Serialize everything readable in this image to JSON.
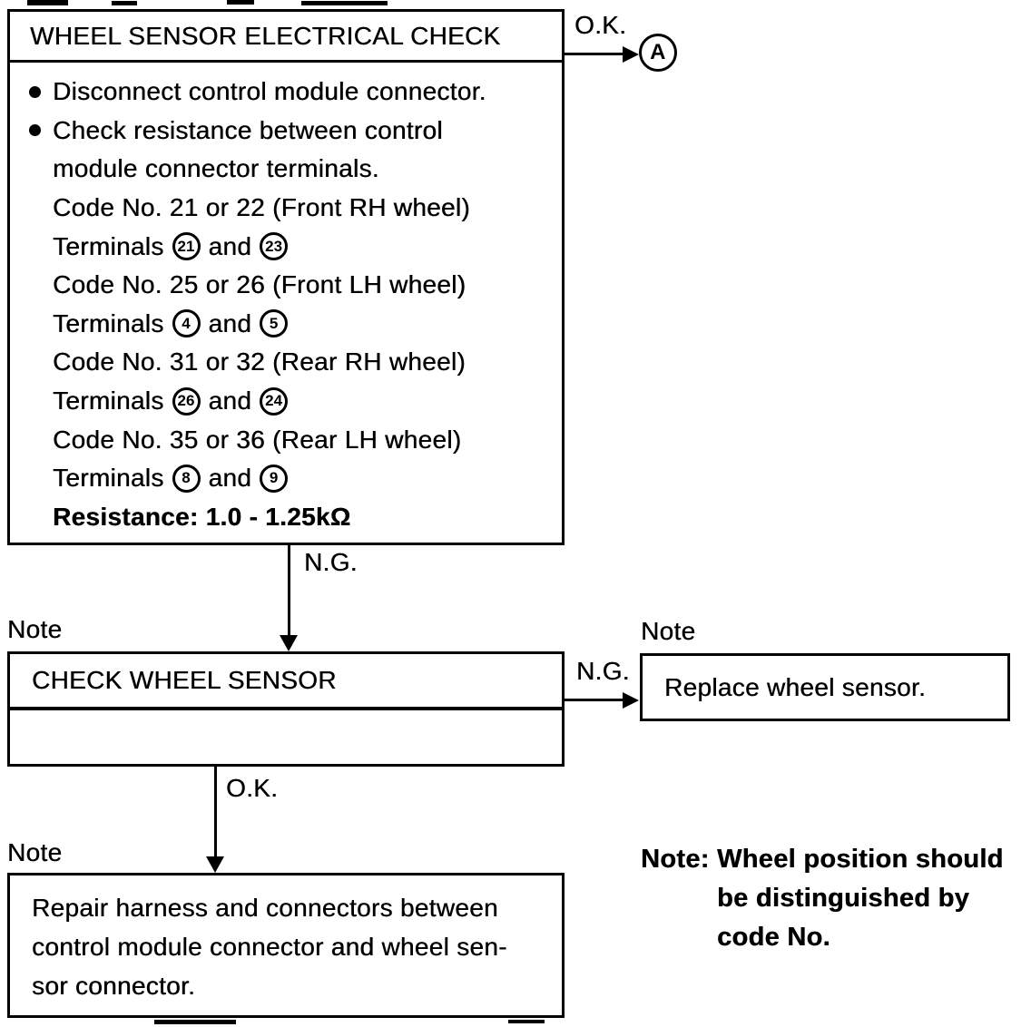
{
  "step1": {
    "title": "WHEEL SENSOR ELECTRICAL CHECK",
    "bullet1": "Disconnect control module connector.",
    "bullet2_line1": "Check resistance between control",
    "bullet2_line2": "module connector terminals.",
    "code_lines": [
      "Code No. 21 or 22 (Front RH wheel)",
      "Code No. 25 or 26 (Front LH wheel)",
      "Code No. 31 or 32 (Rear RH wheel)",
      "Code No. 35 or 36 (Rear LH wheel)"
    ],
    "terminal_lines": [
      {
        "label": "Terminals",
        "a": "21",
        "and": "and",
        "b": "23"
      },
      {
        "label": "Terminals",
        "a": "4",
        "and": "and",
        "b": "5"
      },
      {
        "label": "Terminals",
        "a": "26",
        "and": "and",
        "b": "24"
      },
      {
        "label": "Terminals",
        "a": "8",
        "and": "and",
        "b": "9"
      }
    ],
    "resistance": "Resistance: 1.0 - 1.25kΩ"
  },
  "step2": {
    "title": "CHECK WHEEL SENSOR"
  },
  "step3": {
    "text": "Replace wheel sensor."
  },
  "step4": {
    "line1": "Repair harness and connectors between",
    "line2": "control module connector and wheel sen-",
    "line3": "sor connector."
  },
  "connectors": {
    "ok_top": "O.K.",
    "ng_main": "N.G.",
    "ng_side": "N.G.",
    "ok_bottom": "O.K.",
    "goto_label": "A"
  },
  "notes": {
    "note_check": "Note",
    "note_replace": "Note",
    "note_repair": "Note"
  },
  "side_note": {
    "line1": "Note: Wheel position should",
    "line2": "be distinguished by",
    "line3": "code No."
  },
  "colors": {
    "ink": "#000000",
    "paper": "#ffffff"
  }
}
